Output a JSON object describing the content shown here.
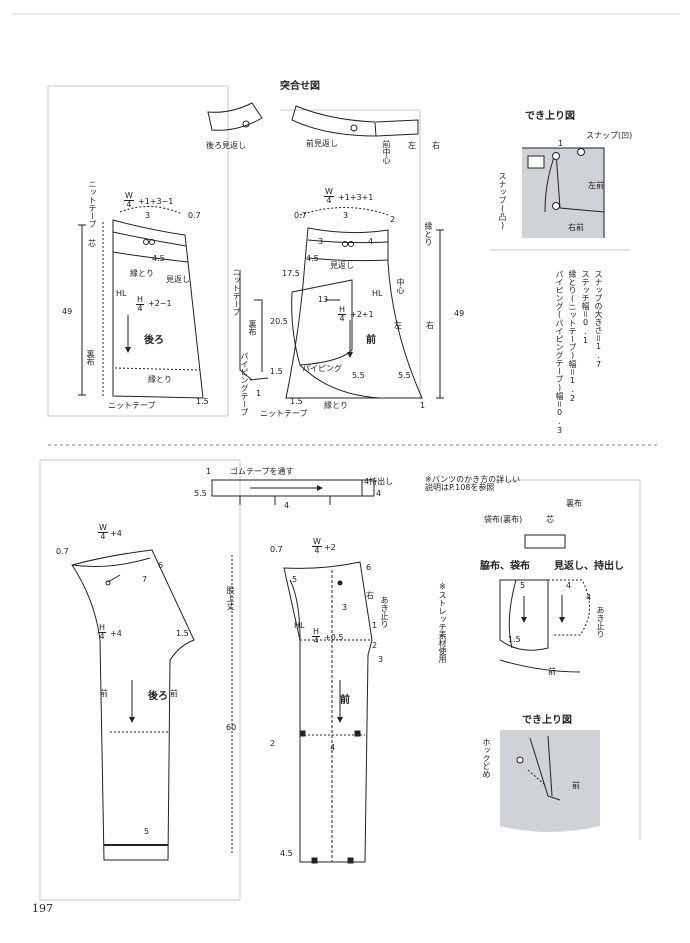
{
  "page": {
    "number": "197"
  },
  "top": {
    "facing_title": "突合せ図",
    "facing_labels": {
      "back_facing": "後ろ見返し",
      "front_facing": "前見返し",
      "front_center": "前中心",
      "left": "左",
      "right": "右"
    },
    "finished_title": "でき上り図",
    "finished_labels": {
      "snap": "スナップ(凹)",
      "snap_convex": "スナップ(凸)",
      "left_front": "左前",
      "right_front": "右前",
      "one": "1"
    },
    "notes": [
      "スナップの大きさ＝1.7",
      "ステッチ幅＝0.1",
      "縁とり(ニットテープ)幅＝1.2",
      "パイピング(パイピングテープ)幅＝0.3"
    ],
    "back_skirt": {
      "waist": "+1+3−1",
      "w_num": "W",
      "w_den": "4",
      "hl_label": "HL",
      "hip": "+2−1",
      "h_num": "H",
      "h_den": "4",
      "knit_tape": "ニットテープ",
      "center": "芯",
      "lining": "裏布",
      "binding": "縁とり",
      "facing": "見返し",
      "back": "後ろ",
      "length": "49",
      "n3": "3",
      "n07": "0.7",
      "n45": "4.5",
      "n15": "1.5"
    },
    "front_skirt": {
      "waist": "+1+3+1",
      "w_num": "W",
      "w_den": "4",
      "hl_label": "HL",
      "hip": "+2+1",
      "h_num": "H",
      "h_den": "4",
      "binding": "縁とり",
      "facing": "見返し",
      "front": "前",
      "left": "左",
      "right": "右",
      "center_front": "中心",
      "piping": "パイピング",
      "length": "49",
      "n2": "2",
      "n3": "3",
      "n4": "4",
      "n07": "0.7",
      "n45": "4.5",
      "n55a": "5.5",
      "n55b": "5.5",
      "n15": "1.5",
      "n1": "1"
    },
    "pocket": {
      "knit_tape": "ニットテープ",
      "lining": "裏布",
      "piping_tape": "パイピングテープ",
      "knit_tape2": "ニットテープ",
      "n175": "17.5",
      "n13": "13",
      "n205": "20.5",
      "n15": "1.5",
      "n1": "1"
    }
  },
  "bottom": {
    "waistband": {
      "label": "ゴムテープを通す",
      "extension": "4持出し",
      "n55": "5.5",
      "n1": "1",
      "n4a": "4",
      "n4b": "4"
    },
    "note": "※パンツのかき方の詳しい説明はP.108を参照",
    "stretch_note": "※ストレッチ素材使用",
    "back_pants": {
      "waist": "+4",
      "w_num": "W",
      "w_den": "4",
      "hip": "+4",
      "h_num": "H",
      "h_den": "4",
      "back": "後ろ",
      "front": "前",
      "front2": "前",
      "n07": "0.7",
      "n6": "6",
      "n7": "7",
      "n15": "1.5",
      "n5": "5"
    },
    "rise_label": "股上丈",
    "inseam_length": "60",
    "front_pants": {
      "waist": "+2",
      "w_num": "W",
      "w_den": "4",
      "hip": "+0.5",
      "h_num": "H",
      "h_den": "4",
      "hl_label": "HL",
      "front": "前",
      "right": "右",
      "opening": "あき止り",
      "n07": "0.7",
      "n5": "5",
      "n6": "6",
      "n1": "1",
      "n2a": "2",
      "n2b": "2",
      "n3a": "3",
      "n3b": "3",
      "n4": "4",
      "n45": "4.5"
    },
    "pocket_detail": {
      "pocket_bag": "袋布(裏布)",
      "center": "芯",
      "lining": "裏布",
      "title1": "脇布、袋布",
      "title2": "見返し、持出し",
      "opening": "あき止り",
      "front": "前",
      "n5": "5",
      "n4a": "4",
      "n4b": "4",
      "n15": "1.5"
    },
    "finished_title": "でき上り図",
    "finished_labels": {
      "hook": "ホックどめ",
      "front": "前"
    }
  }
}
